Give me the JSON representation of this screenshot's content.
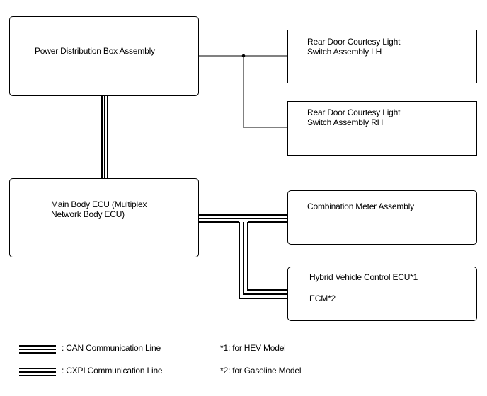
{
  "boxes": {
    "power_distribution": "Power Distribution Box Assembly",
    "rear_door_lh": "Rear Door Courtesy Light\nSwitch Assembly LH",
    "rear_door_rh": "Rear Door Courtesy Light\nSwitch Assembly RH",
    "main_body_ecu": "Main Body ECU (Multiplex\nNetwork Body ECU)",
    "combination_meter": "Combination Meter Assembly",
    "hybrid_ecu": "Hybrid Vehicle Control ECU*1",
    "ecm": "ECM*2"
  },
  "legend": {
    "can_label": ": CAN Communication Line",
    "cxpi_label": ": CXPI Communication Line",
    "note1": "*1: for HEV Model",
    "note2": "*2: for Gasoline Model"
  }
}
